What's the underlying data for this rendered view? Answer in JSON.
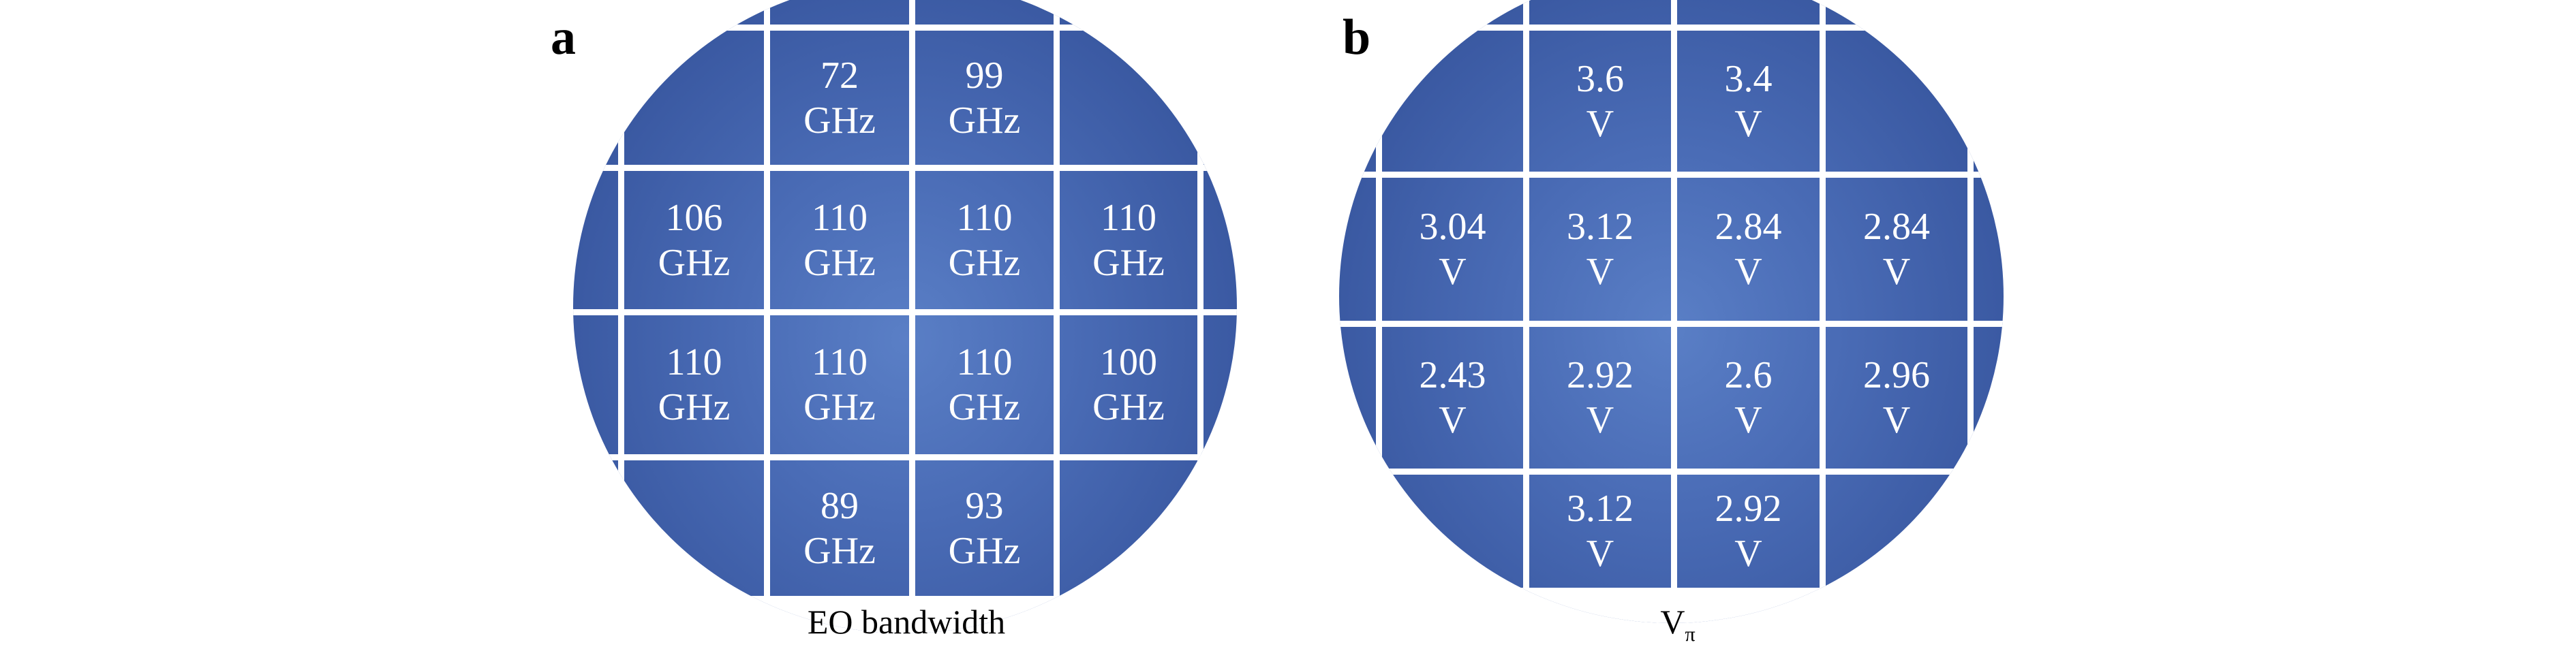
{
  "panels": [
    {
      "label": "a",
      "caption": "EO bandwidth",
      "unit": "GHz",
      "cells": [
        [
          "",
          "72",
          "99",
          ""
        ],
        [
          "106",
          "110",
          "110",
          "110"
        ],
        [
          "110",
          "110",
          "110",
          "100"
        ],
        [
          "",
          "89",
          "93",
          ""
        ]
      ],
      "colors": {
        "wafer": "#4a6cb6",
        "grid": "#ffffff"
      }
    },
    {
      "label": "b",
      "caption": "V",
      "caption_sub": "π",
      "unit": "V",
      "cells": [
        [
          "",
          "3.6",
          "3.4",
          ""
        ],
        [
          "3.04",
          "3.12",
          "2.84",
          "2.84"
        ],
        [
          "2.43",
          "2.92",
          "2.6",
          "2.96"
        ],
        [
          "",
          "3.12",
          "2.92",
          ""
        ]
      ],
      "colors": {
        "wafer": "#4a6cb6",
        "grid": "#ffffff"
      }
    }
  ]
}
